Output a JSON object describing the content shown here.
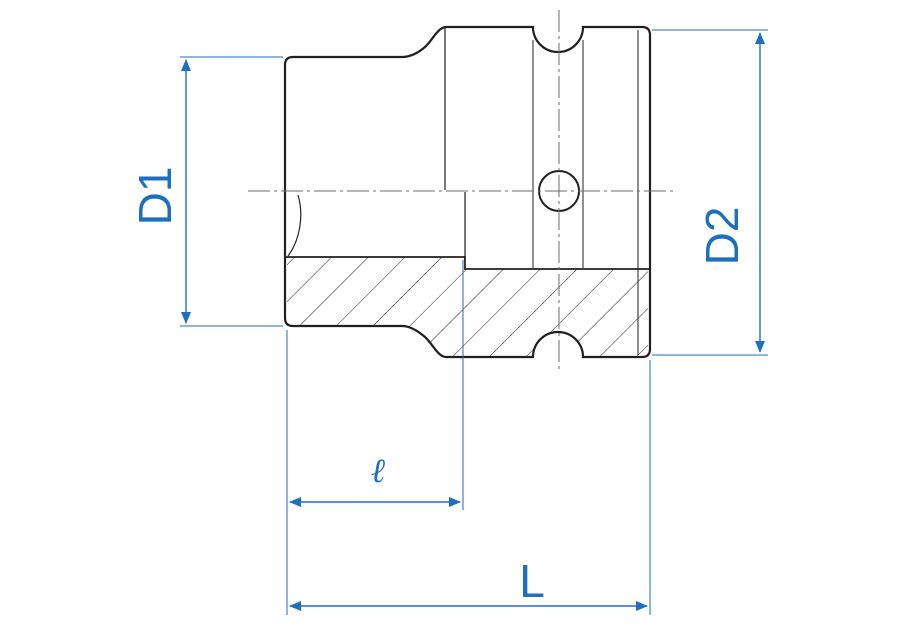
{
  "diagram": {
    "dimensions": {
      "d1": "D1",
      "d2": "D2",
      "l_small": "ℓ",
      "l_total": "L"
    },
    "colors": {
      "dimension": "#1d6fbf",
      "outline": "#231f20",
      "hatch": "#231f20",
      "centerline": "#6d6e71",
      "background": "#ffffff"
    }
  }
}
